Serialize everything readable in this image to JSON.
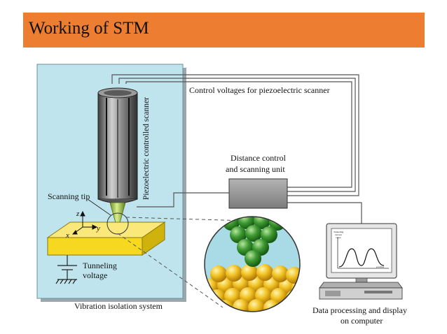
{
  "title": "Working of STM",
  "diagram": {
    "control_voltages": "Control voltages for piezoelectric scanner",
    "piezo_scanner": "Piezoelectric controlled scanner",
    "distance_control_line1": "Distance control",
    "distance_control_line2": "and scanning unit",
    "scanning_tip": "Scanning tip",
    "axis_z": "z",
    "axis_y": "y",
    "axis_x": "x",
    "tunneling_line1": "Tunneling",
    "tunneling_line2": "voltage",
    "vibration_isolation": "Vibration isolation system",
    "data_processing_line1": "Data processing and display",
    "data_processing_line2": "on computer",
    "screen_ylabel_line1": "Tunneling",
    "screen_ylabel_line2": "current",
    "screen_ylabel_line3": "value",
    "screen_xlabel": "position"
  },
  "colors": {
    "title_bar": "#ed7d31",
    "isolation_box": "#bfe4ee",
    "sample": "#f6d820",
    "scanner": "#7a7a7a",
    "tip": "#a6c84a",
    "control_unit": "#9a9a9a",
    "atoms_tip": "#2f8a2a",
    "atoms_sample": "#e8b410"
  }
}
